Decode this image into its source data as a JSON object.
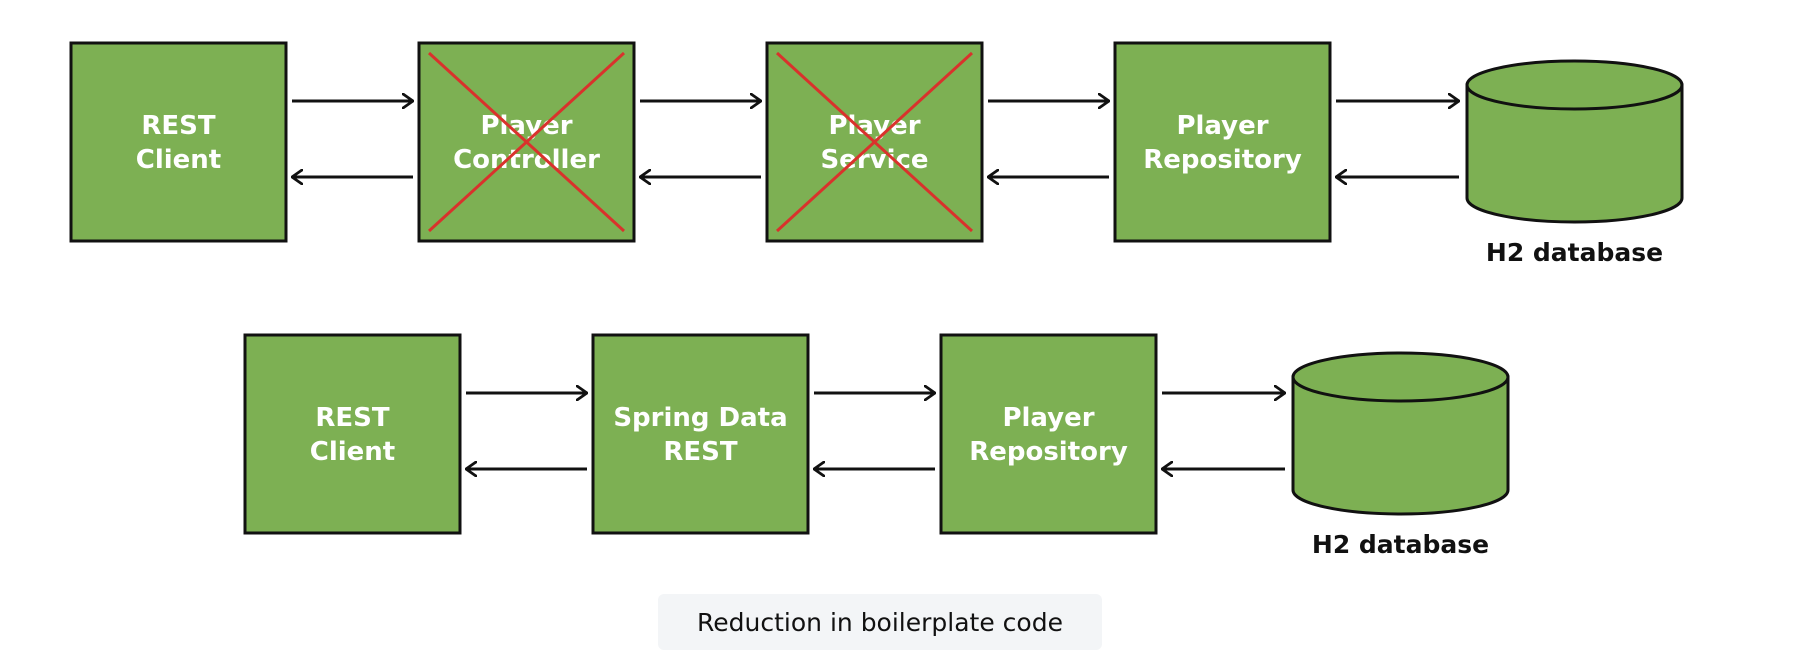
{
  "colors": {
    "box_fill": "#7db053",
    "stroke": "#111111",
    "cross": "#d9322c",
    "text_light": "#ffffff",
    "caption_bg": "#f3f5f7"
  },
  "rows": [
    {
      "nodes": [
        {
          "lines": [
            "REST",
            "Client"
          ],
          "crossed": false
        },
        {
          "lines": [
            "Player",
            "Controller"
          ],
          "crossed": true
        },
        {
          "lines": [
            "Player",
            "Service"
          ],
          "crossed": true
        },
        {
          "lines": [
            "Player",
            "Repository"
          ],
          "crossed": false
        }
      ],
      "database": {
        "label": "H2 database"
      }
    },
    {
      "nodes": [
        {
          "lines": [
            "REST",
            "Client"
          ],
          "crossed": false
        },
        {
          "lines": [
            "Spring Data",
            "REST"
          ],
          "crossed": false
        },
        {
          "lines": [
            "Player",
            "Repository"
          ],
          "crossed": false
        }
      ],
      "database": {
        "label": "H2 database"
      }
    }
  ],
  "caption": "Reduction in boilerplate code"
}
